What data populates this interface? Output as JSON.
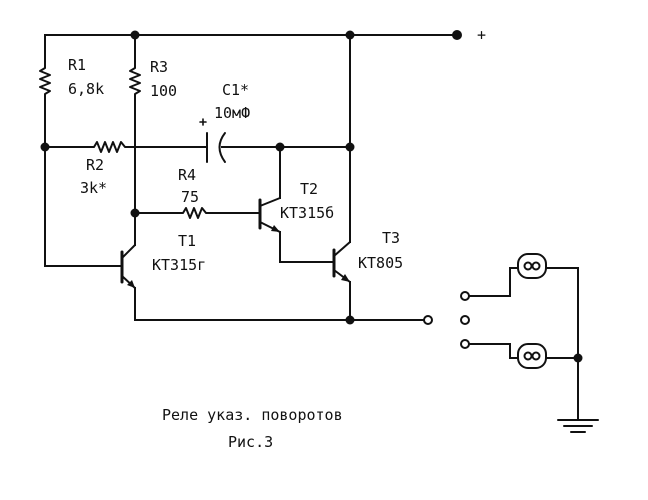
{
  "power": {
    "plus": "+"
  },
  "components": {
    "r1": {
      "ref": "R1",
      "value": "6,8k"
    },
    "r2": {
      "ref": "R2",
      "value": "3k*"
    },
    "r3": {
      "ref": "R3",
      "value": "100"
    },
    "r4": {
      "ref": "R4",
      "value": "75"
    },
    "c1": {
      "ref": "C1*",
      "value": "10мФ"
    },
    "t1": {
      "ref": "T1",
      "value": "КТ315г"
    },
    "t2": {
      "ref": "T2",
      "value": "КТ315б"
    },
    "t3": {
      "ref": "T3",
      "value": "КТ805"
    }
  },
  "caption": {
    "line1": "Реле указ. поворотов",
    "line2": "Рис.3"
  },
  "colors": {
    "ink": "#111111",
    "background": "#ffffff"
  },
  "icons": [
    "resistor-icon",
    "capacitor-icon",
    "transistor-icon",
    "lamp-icon",
    "ground-icon",
    "terminal-icon"
  ]
}
